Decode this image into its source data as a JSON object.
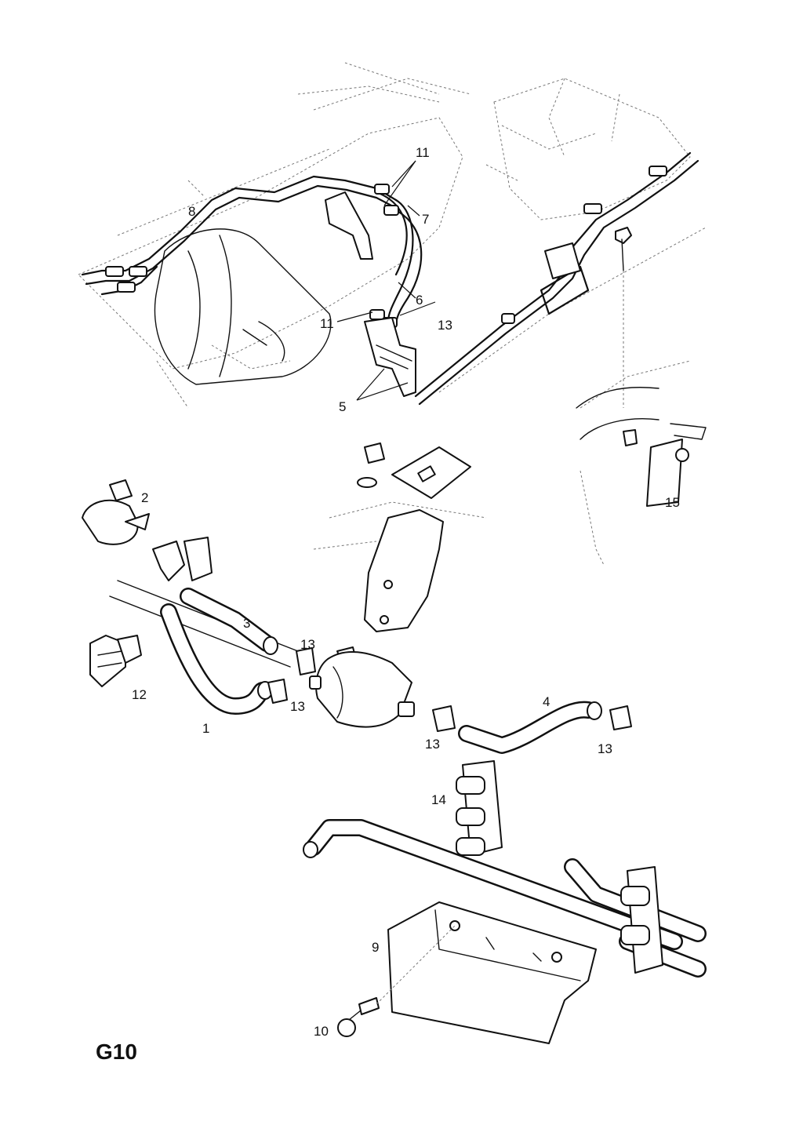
{
  "sheet_label": "G10",
  "callouts": {
    "c1": "1",
    "c2": "2",
    "c3": "3",
    "c4": "4",
    "c5": "5",
    "c6": "6",
    "c7": "7",
    "c8": "8",
    "c9": "9",
    "c10": "10",
    "c11a": "11",
    "c11b": "11",
    "c12": "12",
    "c13a": "13",
    "c13b": "13",
    "c13c": "13",
    "c13d": "13",
    "c13e": "13",
    "c14": "14",
    "c15": "15"
  }
}
